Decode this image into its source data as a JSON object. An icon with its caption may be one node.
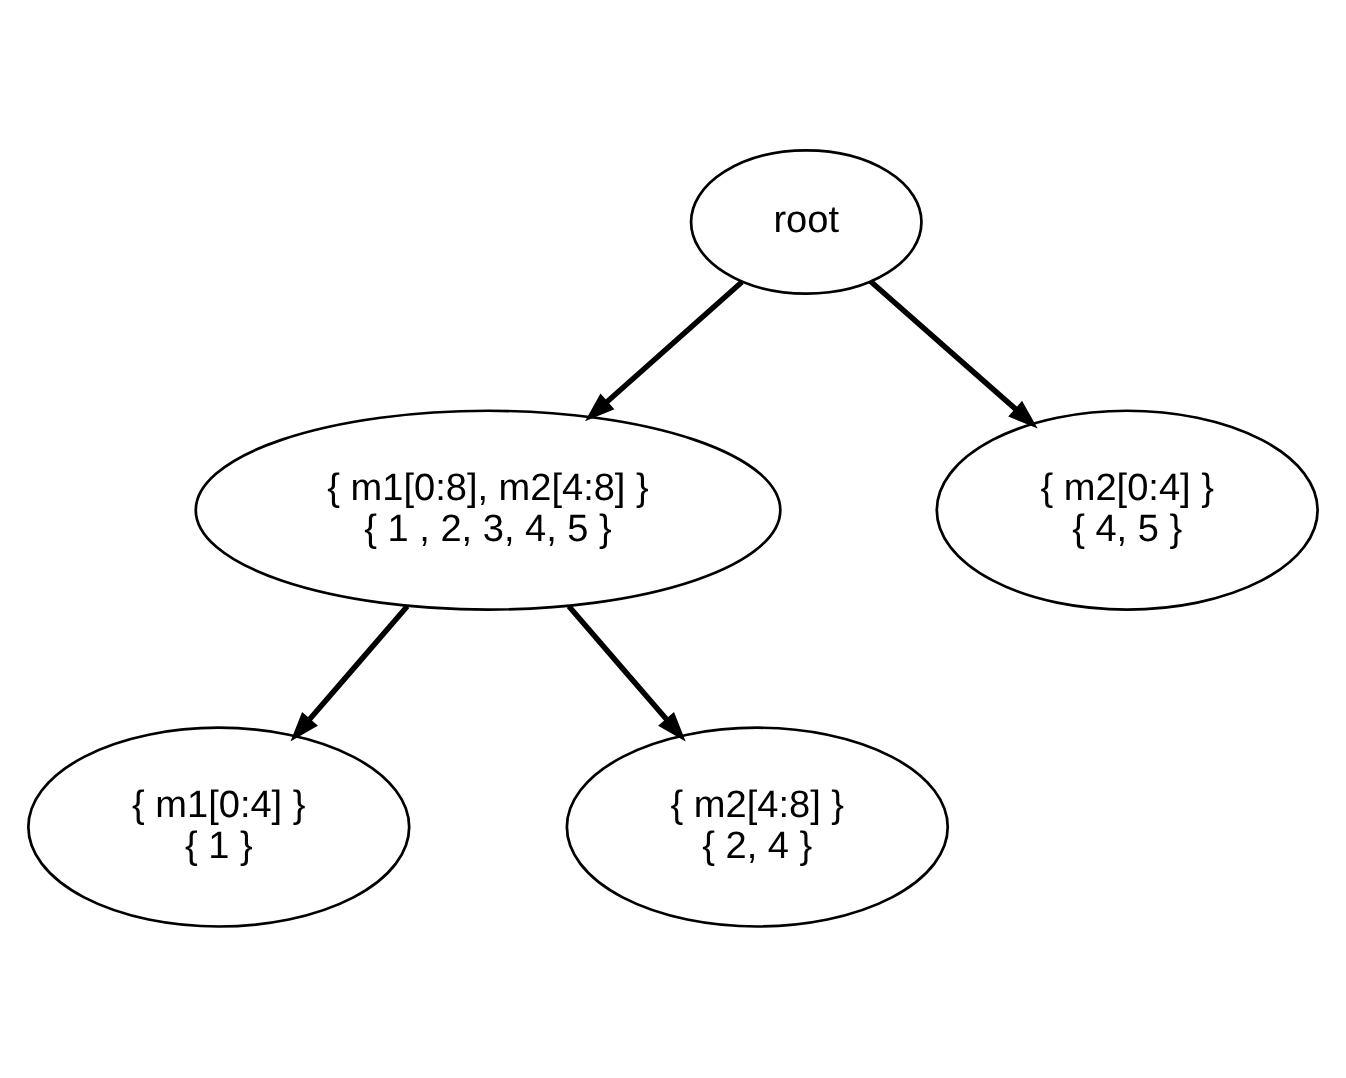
{
  "diagram": {
    "nodes": [
      {
        "text": [
          "root"
        ]
      },
      {
        "text": [
          "{ m1[0:8], m2[4:8] }",
          "{ 1 , 2, 3, 4, 5 }"
        ]
      },
      {
        "text": [
          "{ m2[0:4] }",
          "{ 4, 5 }"
        ]
      },
      {
        "text": [
          "{ m1[0:4] }",
          "{ 1 }"
        ]
      },
      {
        "text": [
          "{ m2[4:8] }",
          "{ 2, 4 }"
        ]
      }
    ],
    "edges": [
      {
        "from": 0,
        "to": 1,
        "arrow": "to"
      },
      {
        "from": 0,
        "to": 2,
        "arrow": "to"
      },
      {
        "from": 1,
        "to": 3,
        "arrow": "to"
      },
      {
        "from": 1,
        "to": 4,
        "arrow": "to"
      }
    ]
  }
}
